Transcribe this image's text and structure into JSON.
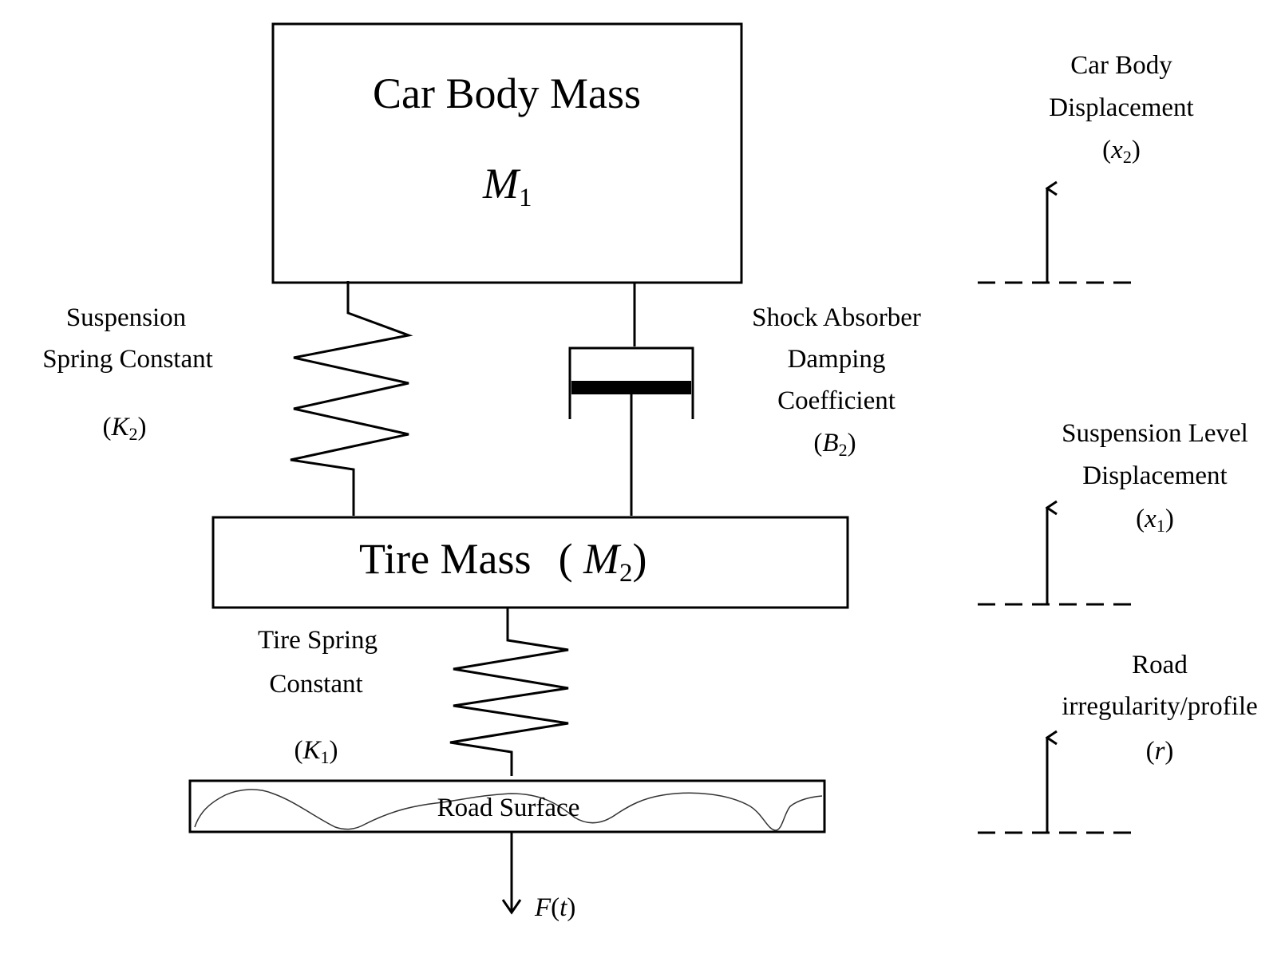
{
  "car_body": {
    "label": "Car Body Mass",
    "mass_symbol": "M",
    "mass_sub": "1"
  },
  "tire": {
    "label": "Tire Mass",
    "mass_symbol": "M",
    "mass_sub": "2"
  },
  "suspension_spring": {
    "line1": "Suspension",
    "line2": "Spring Constant",
    "symbol": "K",
    "sub": "2"
  },
  "shock_absorber": {
    "line1": "Shock Absorber",
    "line2": "Damping",
    "line3": "Coefficient",
    "symbol": "B",
    "sub": "2"
  },
  "tire_spring": {
    "line1": "Tire Spring",
    "line2": "Constant",
    "symbol": "K",
    "sub": "1"
  },
  "road": {
    "label": "Road Surface"
  },
  "force": {
    "symbol": "F",
    "arg": "t"
  },
  "car_body_displacement": {
    "line1": "Car Body",
    "line2": "Displacement",
    "symbol": "x",
    "sub": "2"
  },
  "suspension_displacement": {
    "line1": "Suspension Level",
    "line2": "Displacement",
    "symbol": "x",
    "sub": "1"
  },
  "road_profile": {
    "line1": "Road",
    "line2": "irregularity/profile",
    "symbol": "r"
  }
}
